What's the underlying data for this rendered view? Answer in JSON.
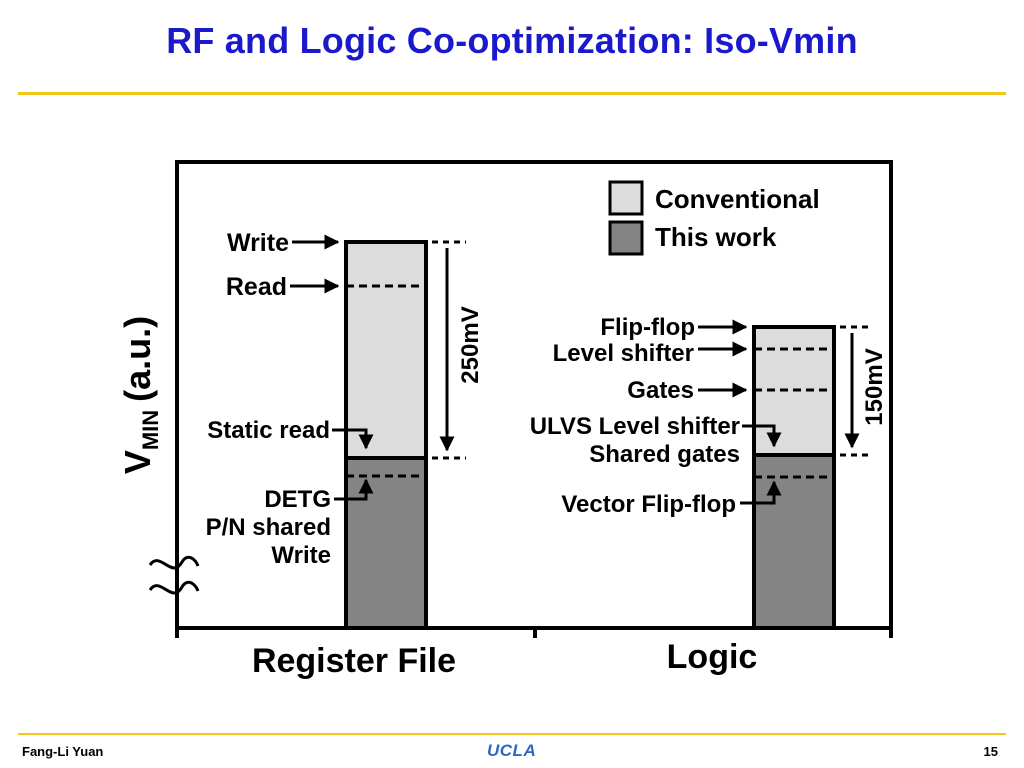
{
  "slide": {
    "title": "RF and Logic Co-optimization: Iso-Vmin",
    "author": "Fang-Li Yuan",
    "logo_text": "UCLA",
    "page_number": "15"
  },
  "colors": {
    "title": "#1a1acc",
    "rule": "#f5c518",
    "conventional": "#dcdcdc",
    "this_work": "#848484",
    "logo": "#2d68c4"
  },
  "chart_data": {
    "type": "bar",
    "title": "",
    "ylabel_main": "V",
    "ylabel_sub": "MIN",
    "ylabel_unit": "(a.u.)",
    "xlabel": "",
    "categories": [
      "Register File",
      "Logic"
    ],
    "units": "mV",
    "series": [
      {
        "name": "Conventional",
        "values": [
          250,
          150
        ]
      },
      {
        "name": "This work",
        "values": [
          0,
          0
        ]
      }
    ],
    "y_axis_broken": true,
    "y_ticks_labeled": false,
    "legend": {
      "position": "top-right",
      "items": [
        "Conventional",
        "This work"
      ]
    },
    "groups": [
      {
        "category": "Register File",
        "reduction_label": "250mV",
        "reduction_mv": 250,
        "conventional_levels": [
          {
            "label": "Write",
            "kind": "top"
          },
          {
            "label": "Read",
            "kind": "dashed"
          }
        ],
        "conventional_arrow_label": "Static read",
        "this_work_levels": [
          {
            "label": "DETG",
            "kind": "dashed"
          }
        ],
        "this_work_arrow_label_lines": [
          "DETG",
          "P/N shared",
          "Write"
        ]
      },
      {
        "category": "Logic",
        "reduction_label": "150mV",
        "reduction_mv": 150,
        "conventional_levels": [
          {
            "label": "Flip-flop",
            "kind": "top"
          },
          {
            "label": "Level shifter",
            "kind": "dashed"
          },
          {
            "label": "Gates",
            "kind": "dashed"
          }
        ],
        "conventional_arrow_label": "ULVS Level shifter",
        "conventional_arrow_sublabel": "Shared gates",
        "this_work_levels": [
          {
            "label": "Vector Flip-flop",
            "kind": "dashed"
          }
        ],
        "this_work_arrow_label": "Vector Flip-flop"
      }
    ]
  }
}
